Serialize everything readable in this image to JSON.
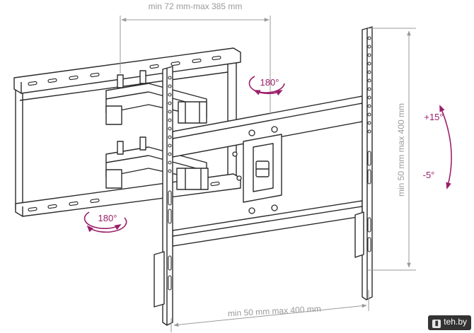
{
  "dimensions": {
    "top": "min 72 mm-max 385 mm",
    "right": "min 50 mm max 400 mm",
    "bottom": "min 50 mm max 400 mm"
  },
  "rotations": {
    "upper_swivel": "180°",
    "lower_swivel": "180°",
    "tilt_up": "+15°",
    "tilt_down": "-5°"
  },
  "watermark": "teh.by",
  "colors": {
    "line": "#2a2a2a",
    "dimension": "#9a9a9a",
    "rotation": "#9a1f6a"
  }
}
